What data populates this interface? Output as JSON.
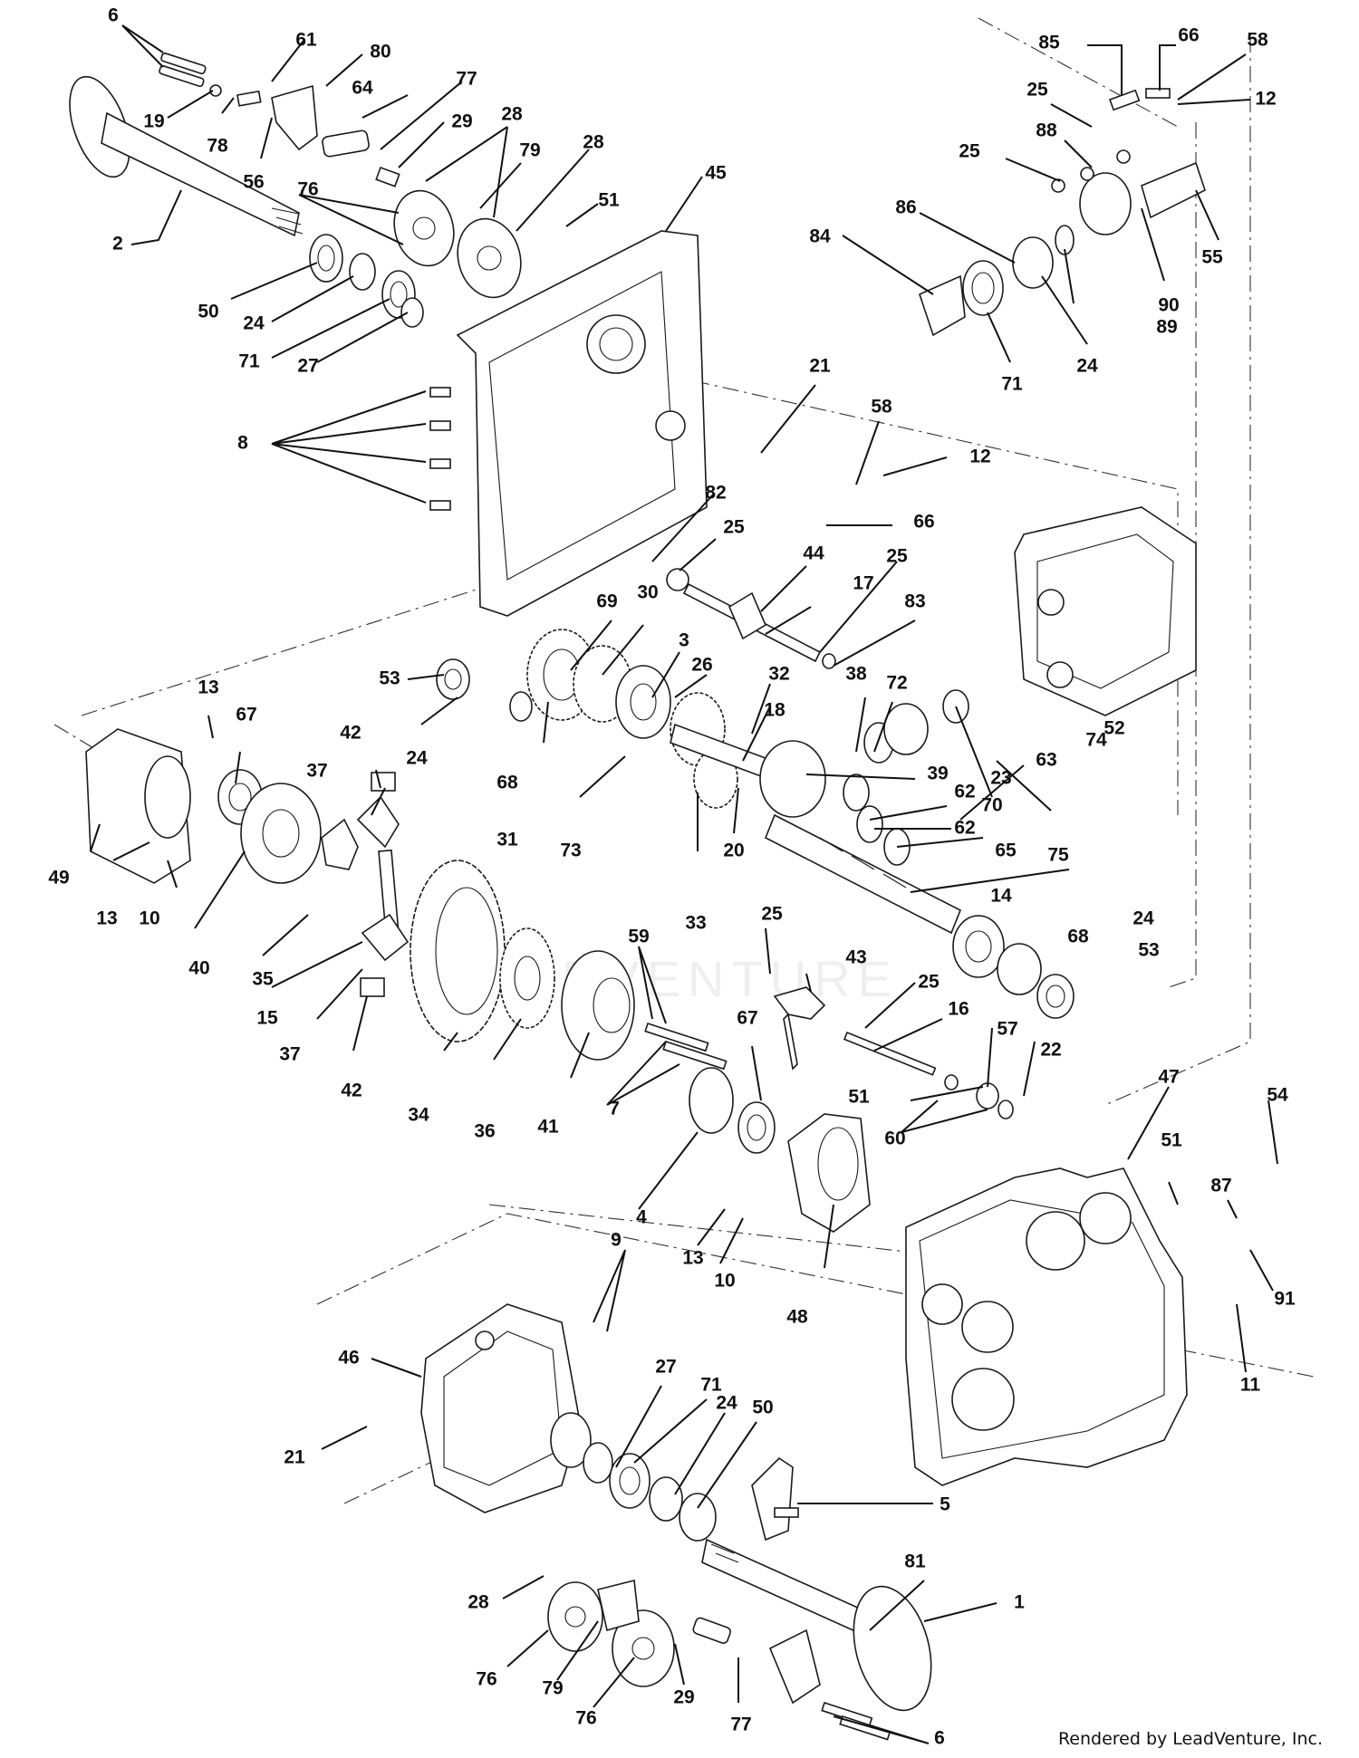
{
  "credit": "Rendered by LeadVenture, Inc.",
  "watermark": "LEADVENTURE",
  "callouts": [
    {
      "n": "6"
    },
    {
      "n": "61"
    },
    {
      "n": "80"
    },
    {
      "n": "64"
    },
    {
      "n": "77"
    },
    {
      "n": "29"
    },
    {
      "n": "28"
    },
    {
      "n": "79"
    },
    {
      "n": "28"
    },
    {
      "n": "19"
    },
    {
      "n": "78"
    },
    {
      "n": "56"
    },
    {
      "n": "76"
    },
    {
      "n": "2"
    },
    {
      "n": "50"
    },
    {
      "n": "24"
    },
    {
      "n": "71"
    },
    {
      "n": "27"
    },
    {
      "n": "51"
    },
    {
      "n": "45"
    },
    {
      "n": "8"
    },
    {
      "n": "21"
    },
    {
      "n": "85"
    },
    {
      "n": "66"
    },
    {
      "n": "58"
    },
    {
      "n": "12"
    },
    {
      "n": "25"
    },
    {
      "n": "88"
    },
    {
      "n": "25"
    },
    {
      "n": "86"
    },
    {
      "n": "84"
    },
    {
      "n": "55"
    },
    {
      "n": "90"
    },
    {
      "n": "89"
    },
    {
      "n": "24"
    },
    {
      "n": "71"
    },
    {
      "n": "58"
    },
    {
      "n": "12"
    },
    {
      "n": "66"
    },
    {
      "n": "82"
    },
    {
      "n": "25"
    },
    {
      "n": "44"
    },
    {
      "n": "17"
    },
    {
      "n": "25"
    },
    {
      "n": "83"
    },
    {
      "n": "69"
    },
    {
      "n": "30"
    },
    {
      "n": "3"
    },
    {
      "n": "26"
    },
    {
      "n": "32"
    },
    {
      "n": "38"
    },
    {
      "n": "72"
    },
    {
      "n": "18"
    },
    {
      "n": "53"
    },
    {
      "n": "24"
    },
    {
      "n": "68"
    },
    {
      "n": "31"
    },
    {
      "n": "73"
    },
    {
      "n": "33"
    },
    {
      "n": "20"
    },
    {
      "n": "39"
    },
    {
      "n": "62"
    },
    {
      "n": "70"
    },
    {
      "n": "62"
    },
    {
      "n": "65"
    },
    {
      "n": "74"
    },
    {
      "n": "52"
    },
    {
      "n": "23"
    },
    {
      "n": "63"
    },
    {
      "n": "13"
    },
    {
      "n": "67"
    },
    {
      "n": "42"
    },
    {
      "n": "37"
    },
    {
      "n": "49"
    },
    {
      "n": "13"
    },
    {
      "n": "10"
    },
    {
      "n": "40"
    },
    {
      "n": "35"
    },
    {
      "n": "15"
    },
    {
      "n": "37"
    },
    {
      "n": "42"
    },
    {
      "n": "34"
    },
    {
      "n": "36"
    },
    {
      "n": "41"
    },
    {
      "n": "59"
    },
    {
      "n": "7"
    },
    {
      "n": "67"
    },
    {
      "n": "4"
    },
    {
      "n": "13"
    },
    {
      "n": "10"
    },
    {
      "n": "48"
    },
    {
      "n": "25"
    },
    {
      "n": "43"
    },
    {
      "n": "25"
    },
    {
      "n": "16"
    },
    {
      "n": "14"
    },
    {
      "n": "75"
    },
    {
      "n": "68"
    },
    {
      "n": "24"
    },
    {
      "n": "53"
    },
    {
      "n": "57"
    },
    {
      "n": "22"
    },
    {
      "n": "51"
    },
    {
      "n": "60"
    },
    {
      "n": "47"
    },
    {
      "n": "54"
    },
    {
      "n": "51"
    },
    {
      "n": "87"
    },
    {
      "n": "91"
    },
    {
      "n": "11"
    },
    {
      "n": "9"
    },
    {
      "n": "46"
    },
    {
      "n": "21"
    },
    {
      "n": "27"
    },
    {
      "n": "71"
    },
    {
      "n": "24"
    },
    {
      "n": "50"
    },
    {
      "n": "5"
    },
    {
      "n": "81"
    },
    {
      "n": "1"
    },
    {
      "n": "28"
    },
    {
      "n": "76"
    },
    {
      "n": "79"
    },
    {
      "n": "76"
    },
    {
      "n": "29"
    },
    {
      "n": "77"
    },
    {
      "n": "6"
    }
  ]
}
